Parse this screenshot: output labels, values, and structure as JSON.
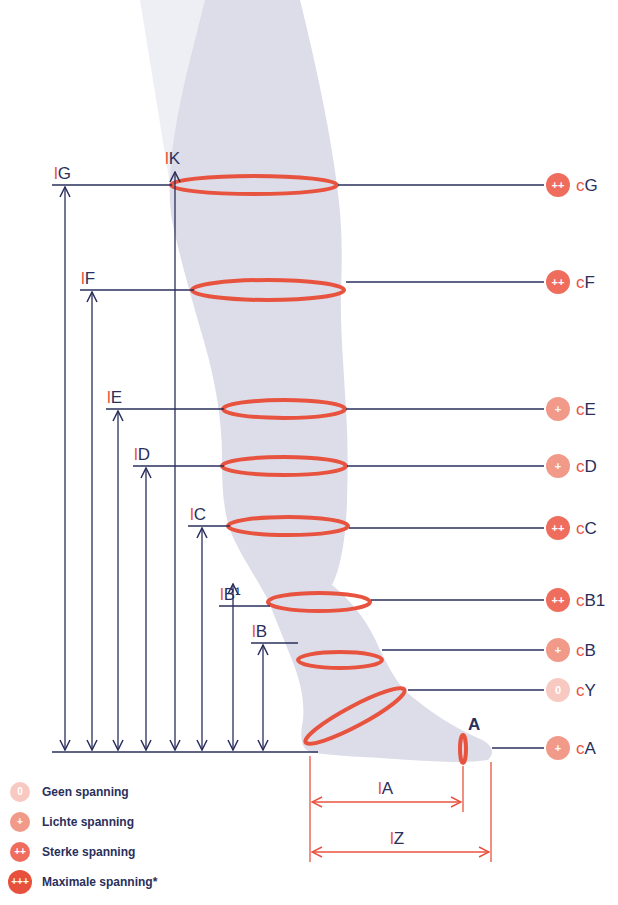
{
  "diagram": {
    "nodes": [
      {
        "text": [
          "++",
          "cG"
        ]
      },
      {
        "text": [
          "++",
          "cF"
        ]
      },
      {
        "text": [
          "+",
          "cE"
        ]
      },
      {
        "text": [
          "+",
          "cD"
        ]
      },
      {
        "text": [
          "++",
          "cC"
        ]
      },
      {
        "text": [
          "++",
          "cB1"
        ]
      },
      {
        "text": [
          "+",
          "cB"
        ]
      },
      {
        "text": [
          "0",
          "cY"
        ]
      },
      {
        "text": [
          "+",
          "cA"
        ]
      }
    ],
    "labels": [
      "lG",
      "lK",
      "lF",
      "lE",
      "lD",
      "lC",
      "lB¹",
      "lB",
      "A",
      "lA",
      "lZ",
      "0",
      "+",
      "++",
      "+++"
    ],
    "legend": [
      {
        "text": "Geen spanning",
        "color": "#f8c9c1"
      },
      {
        "text": "Lichte spanning",
        "color": "#f29a8a"
      },
      {
        "text": "Sterke spanning",
        "color": "#ee6d5c"
      },
      {
        "text": "Maximale spanning*",
        "color": "#e8503e"
      }
    ]
  }
}
